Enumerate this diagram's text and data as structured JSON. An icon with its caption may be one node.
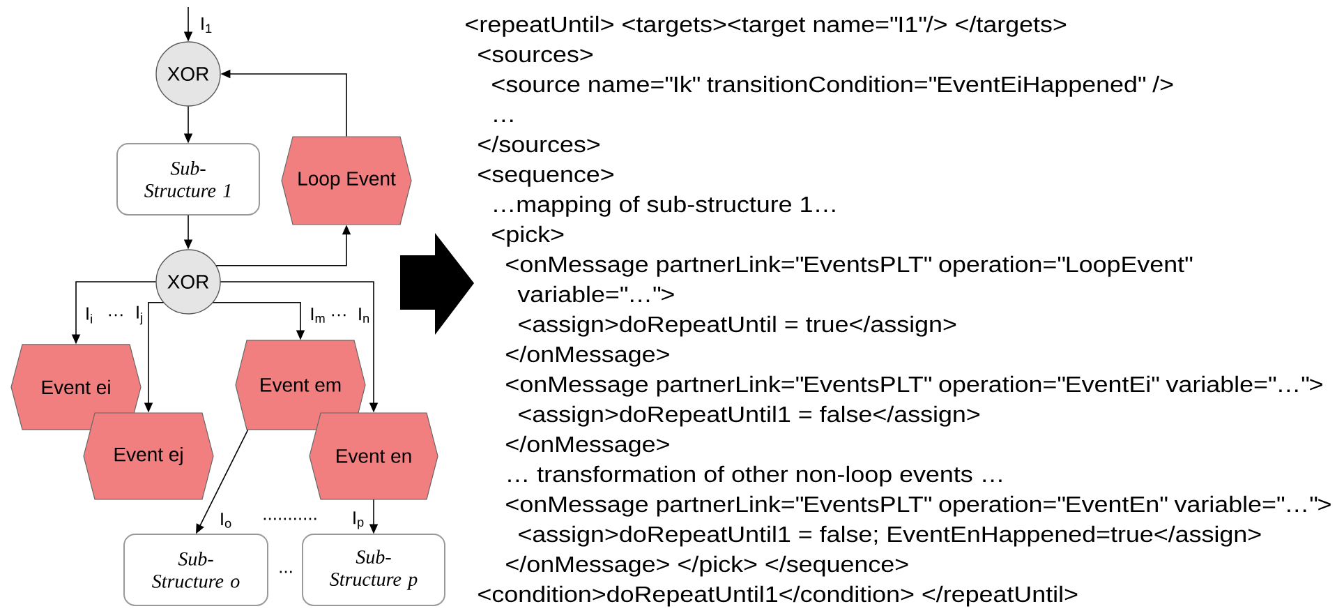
{
  "diagram": {
    "nodes": [
      {
        "text": [
          "XOR"
        ]
      },
      {
        "text": [
          "Sub- Structure 1"
        ]
      },
      {
        "text": [
          "Loop Event"
        ]
      },
      {
        "text": [
          "XOR"
        ]
      },
      {
        "text": [
          "Event ei"
        ]
      },
      {
        "text": [
          "Event ej"
        ]
      },
      {
        "text": [
          "Event em"
        ]
      },
      {
        "text": [
          "Event en"
        ]
      },
      {
        "text": [
          "Sub- Structure o"
        ]
      },
      {
        "text": [
          "Sub- Structure p"
        ]
      }
    ],
    "edges": [
      {
        "from": null,
        "to": 0,
        "arrow": "to",
        "label": "I$_{1}$"
      },
      {
        "from": 0,
        "to": 1,
        "arrow": "to"
      },
      {
        "from": 1,
        "to": 3,
        "arrow": "to"
      },
      {
        "from": 3,
        "to": 2,
        "arrow": "to"
      },
      {
        "from": 2,
        "to": 0,
        "arrow": "to"
      },
      {
        "from": 3,
        "to": 4,
        "arrow": "to",
        "label": "I$_{i}$"
      },
      {
        "from": 3,
        "to": 5,
        "arrow": "to",
        "label": "I$_{j}$"
      },
      {
        "from": 3,
        "to": 6,
        "arrow": "to",
        "label": "I$_{m}$"
      },
      {
        "from": 3,
        "to": 7,
        "arrow": "to",
        "label": "I$_{n}$"
      },
      {
        "from": 6,
        "to": 8,
        "arrow": "to",
        "label": "I$_{o}$"
      },
      {
        "from": 7,
        "to": 9,
        "arrow": "to",
        "label": "I$_{p}$"
      }
    ],
    "labels": [
      "…",
      "…",
      "...........",
      "...",
      "<repeatUntil> <targets><target name=\"I1\"/> </targets>",
      "<sources>",
      "<source name=\"Ik\" transitionCondition=\"EventEiHappened\" />",
      "…",
      "</sources>",
      "<sequence>",
      "…mapping of sub-structure 1…",
      "<pick>",
      "<onMessage partnerLink=\"EventsPLT\" operation=\"LoopEvent\"",
      "variable=\"…\">",
      "<assign>doRepeatUntil = true</assign>",
      "</onMessage>",
      "<onMessage partnerLink=\"EventsPLT\" operation=\"EventEi\" variable=\"…\">",
      "<assign>doRepeatUntil1 = false</assign>",
      "</onMessage>",
      "… transformation of other non-loop events …",
      "<onMessage partnerLink=\"EventsPLT\" operation=\"EventEn\" variable=\"…\">",
      "<assign>doRepeatUntil1 = false; EventEnHappened=true</assign>",
      "</onMessage> </pick> </sequence>",
      "<condition>doRepeatUntil1</condition> </repeatUntil>"
    ]
  }
}
